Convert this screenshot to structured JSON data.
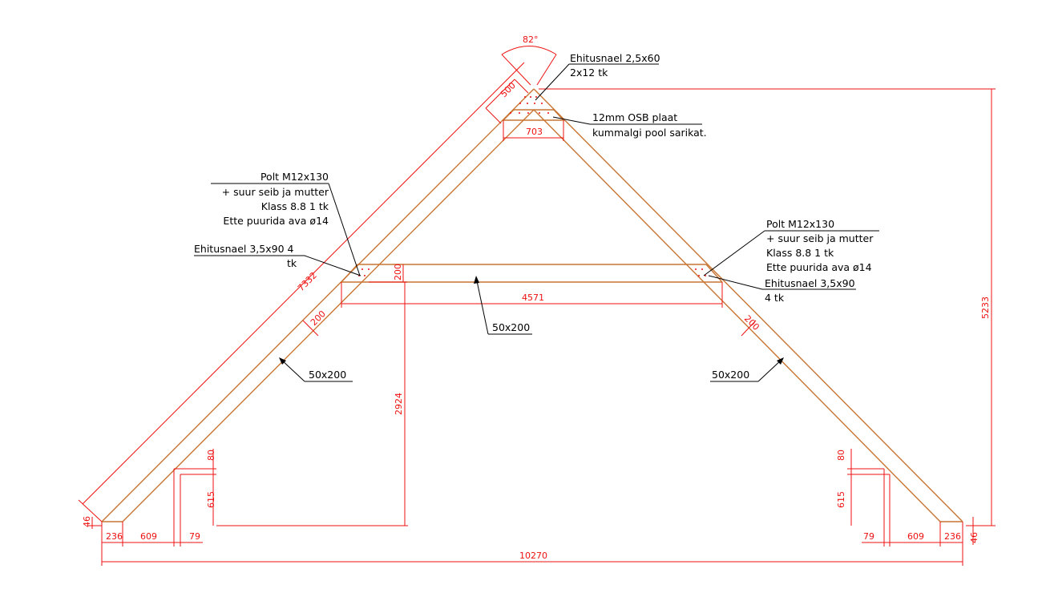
{
  "colors": {
    "wood": "#c87533",
    "dimension": "#ee1111",
    "text": "#000000"
  },
  "dimensions": {
    "apex_angle": "82°",
    "gusset_leg": "500",
    "gusset_width": "703",
    "rafter_length": "7332",
    "total_height": "5233",
    "collar_height": "2924",
    "collar_span": "4571",
    "collar_depth": "200",
    "rafter_depth_left": "200",
    "rafter_depth_right": "200",
    "overall_span": "10270",
    "left_bearing_236": "236",
    "left_609": "609",
    "left_79": "79",
    "left_80": "80",
    "left_615": "615",
    "left_46": "46",
    "right_bearing_236": "236",
    "right_609": "609",
    "right_79": "79",
    "right_80": "80",
    "right_615": "615",
    "right_46": "46"
  },
  "notes": {
    "apex_nail_title": "Ehitusnael 2,5x60",
    "apex_nail_qty": "2x12 tk",
    "osb_title": "12mm OSB plaat",
    "osb_sub": "kummalgi pool sarikat.",
    "bolt_left_1": "Polt M12x130",
    "bolt_left_2": "+ suur seib ja mutter",
    "bolt_left_3": "Klass 8.8 1 tk",
    "bolt_left_4": "Ette puurida ava ø14",
    "nail_left_title": "Ehitusnael 3,5x90 4",
    "nail_left_qty": "tk",
    "bolt_right_1": "Polt M12x130",
    "bolt_right_2": "+ suur seib ja mutter",
    "bolt_right_3": "Klass 8.8 1 tk",
    "bolt_right_4": "Ette puurida ava ø14",
    "nail_right_title": "Ehitusnael 3,5x90",
    "nail_right_qty": "4 tk",
    "collar_section": "50x200",
    "left_rafter_section": "50x200",
    "right_rafter_section": "50x200"
  }
}
